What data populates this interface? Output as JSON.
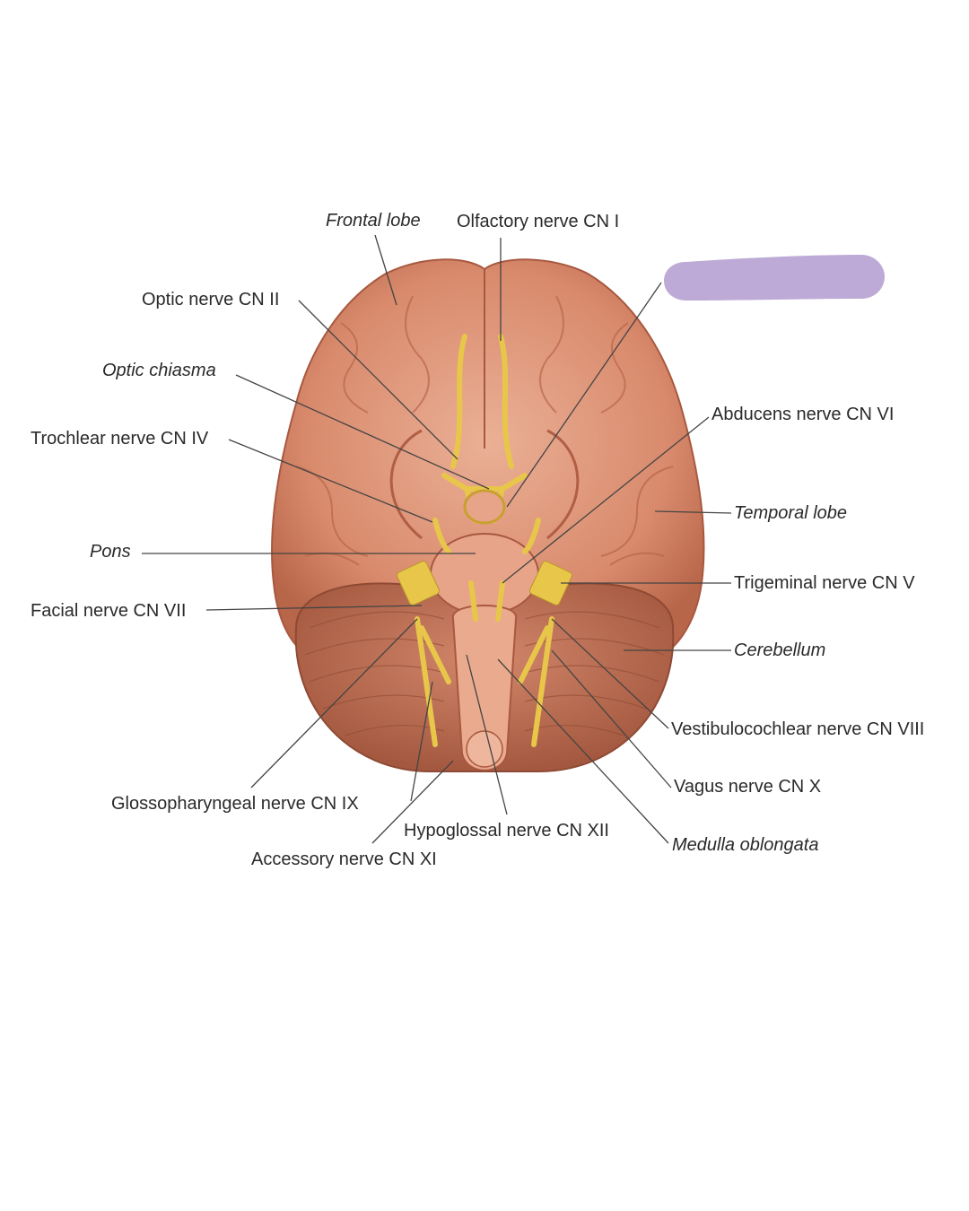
{
  "labels": {
    "frontal_lobe": "Frontal lobe",
    "olfactory": "Olfactory nerve CN I",
    "optic_nerve": "Optic nerve CN II",
    "optic_chiasma": "Optic chiasma",
    "trochlear": "Trochlear nerve CN IV",
    "abducens": "Abducens nerve CN VI",
    "temporal_lobe": "Temporal lobe",
    "pons": "Pons",
    "trigeminal": "Trigeminal nerve CN V",
    "facial": "Facial nerve CN VII",
    "cerebellum": "Cerebellum",
    "vestibulocochlear": "Vestibulocochlear nerve CN VIII",
    "vagus": "Vagus nerve CN X",
    "medulla": "Medulla oblongata",
    "glossopharyngeal": "Glossopharyngeal nerve CN IX",
    "hypoglossal": "Hypoglossal nerve CN XII",
    "accessory": "Accessory nerve CN XI"
  },
  "colors": {
    "redaction": "#bdaad6",
    "brain": "#d98a6c",
    "nerve": "#e8c64a"
  }
}
